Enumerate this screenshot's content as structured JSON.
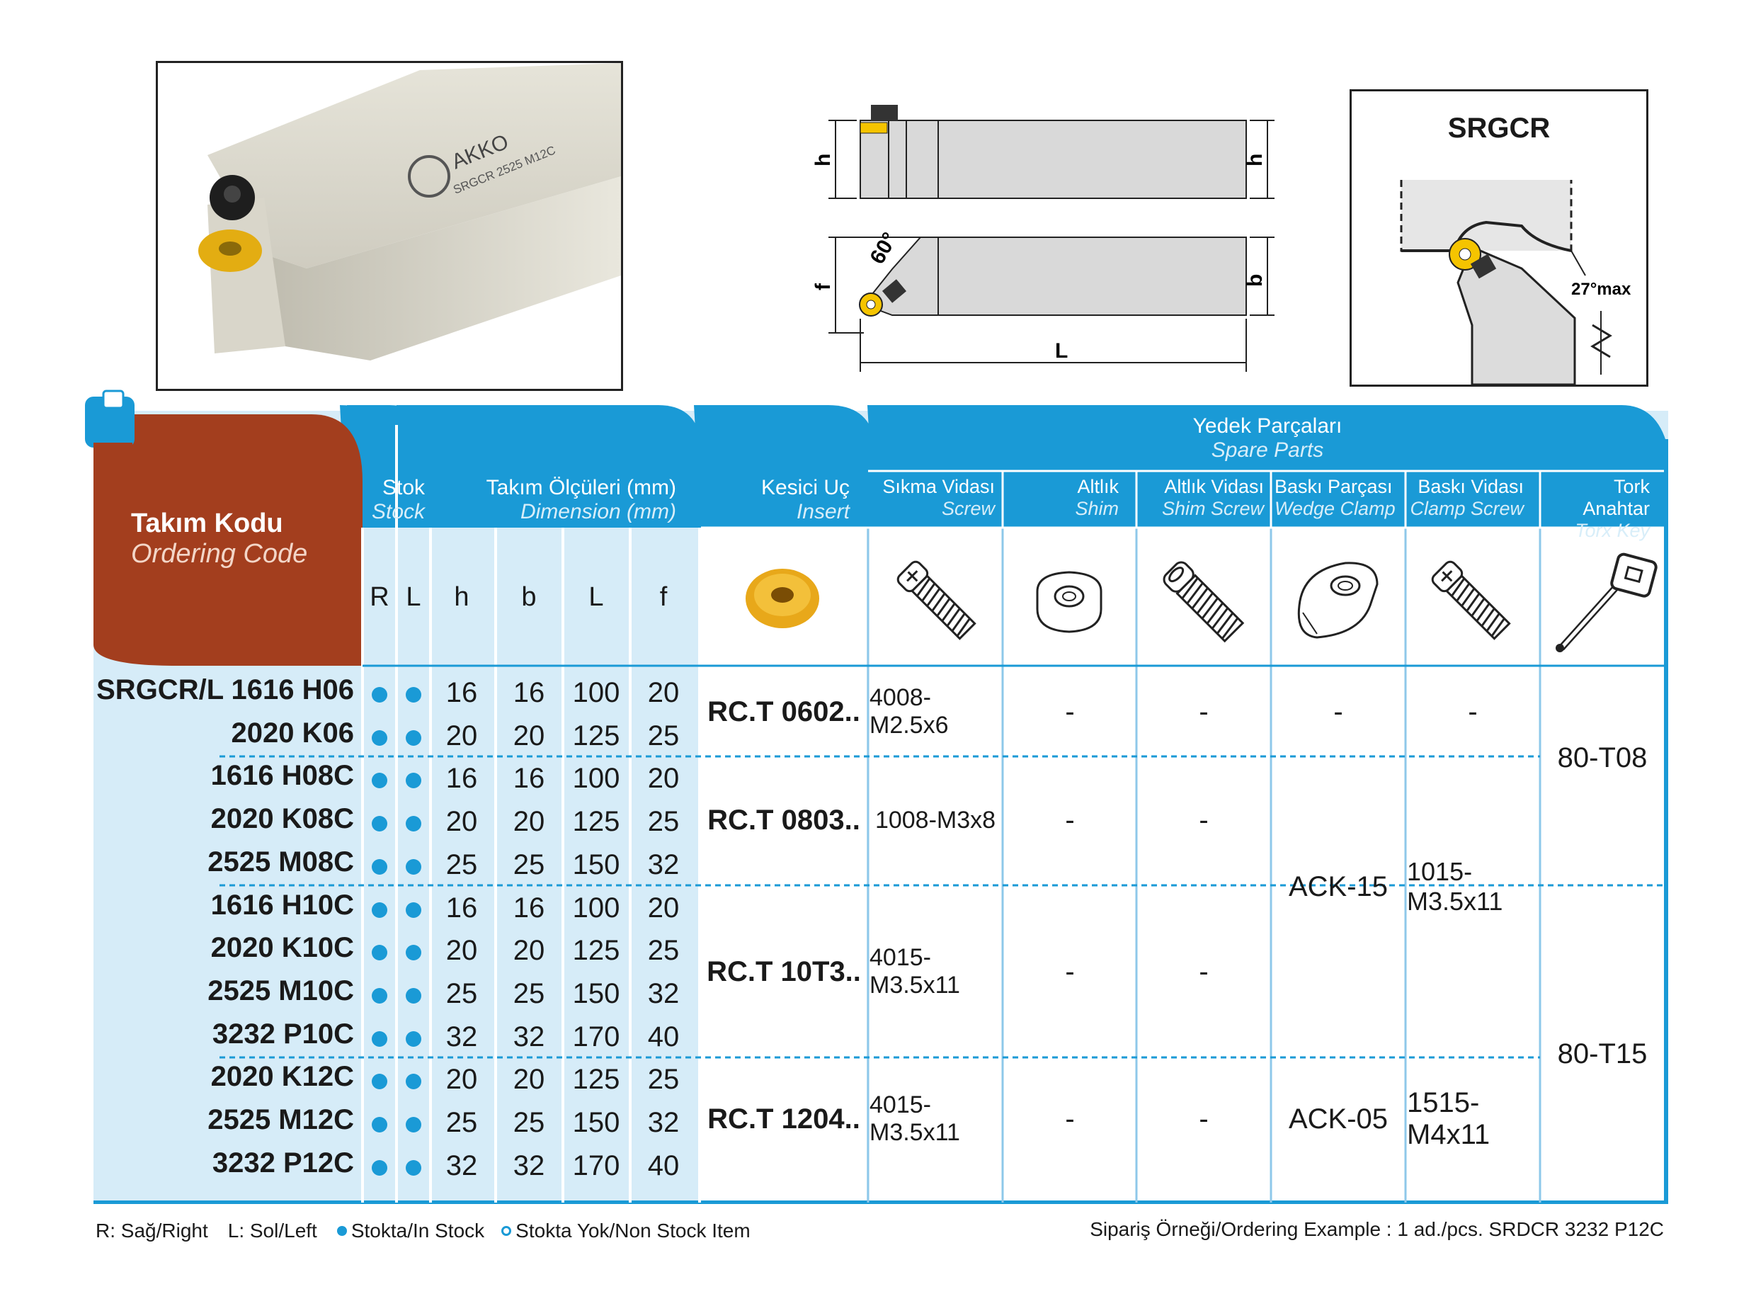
{
  "photo": {
    "brand_text": "AKKO",
    "engraving": "SRGCR 2525 M12C"
  },
  "drawing": {
    "h_label": "h",
    "h2_label": "h",
    "f_label": "f",
    "b_label": "b",
    "L_label": "L",
    "angle_label": "60°"
  },
  "schematic": {
    "title": "SRGCR",
    "angle": "27°max"
  },
  "table": {
    "ordering_code": {
      "tr": "Takım Kodu",
      "en": "Ordering Code"
    },
    "stock": {
      "tr": "Stok",
      "en": "Stock",
      "r": "R",
      "l": "L"
    },
    "dimension": {
      "tr": "Takım Ölçüleri (mm)",
      "en": "Dimension (mm)",
      "h": "h",
      "b": "b",
      "L": "L",
      "f": "f"
    },
    "insert": {
      "tr": "Kesici Uç",
      "en": "Insert"
    },
    "spare_parts": {
      "tr": "Yedek Parçaları",
      "en": "Spare Parts"
    },
    "screw": {
      "tr": "Sıkma Vidası",
      "en": "Screw"
    },
    "shim": {
      "tr": "Altlık",
      "en": "Shim"
    },
    "shim_screw": {
      "tr": "Altlık Vidası",
      "en": "Shim Screw"
    },
    "wedge_clamp": {
      "tr": "Baskı Parçası",
      "en": "Wedge Clamp"
    },
    "clamp_screw": {
      "tr": "Baskı Vidası",
      "en": "Clamp Screw"
    },
    "torx_key": {
      "tr": "Tork Anahtar",
      "en": "Torx Key"
    },
    "rows": [
      {
        "code": "SRGCR/L 1616 H06",
        "h": "16",
        "b": "16",
        "L": "100",
        "f": "20"
      },
      {
        "code": "2020 K06",
        "h": "20",
        "b": "20",
        "L": "125",
        "f": "25"
      },
      {
        "code": "1616 H08C",
        "h": "16",
        "b": "16",
        "L": "100",
        "f": "20"
      },
      {
        "code": "2020 K08C",
        "h": "20",
        "b": "20",
        "L": "125",
        "f": "25"
      },
      {
        "code": "2525 M08C",
        "h": "25",
        "b": "25",
        "L": "150",
        "f": "32"
      },
      {
        "code": "1616 H10C",
        "h": "16",
        "b": "16",
        "L": "100",
        "f": "20"
      },
      {
        "code": "2020 K10C",
        "h": "20",
        "b": "20",
        "L": "125",
        "f": "25"
      },
      {
        "code": "2525 M10C",
        "h": "25",
        "b": "25",
        "L": "150",
        "f": "32"
      },
      {
        "code": "3232 P10C",
        "h": "32",
        "b": "32",
        "L": "170",
        "f": "40"
      },
      {
        "code": "2020 K12C",
        "h": "20",
        "b": "20",
        "L": "125",
        "f": "25"
      },
      {
        "code": "2525 M12C",
        "h": "25",
        "b": "25",
        "L": "150",
        "f": "32"
      },
      {
        "code": "3232 P12C",
        "h": "32",
        "b": "32",
        "L": "170",
        "f": "40"
      }
    ],
    "groups": [
      {
        "insert": "RC.T  0602..",
        "screw": "4008-M2.5x6",
        "shim": "-",
        "shim_screw": "-",
        "wedge": "-",
        "clamp_screw": "-"
      },
      {
        "insert": "RC.T 0803..",
        "screw": "1008-M3x8",
        "shim": "-",
        "shim_screw": "-"
      },
      {
        "insert": "RC.T 10T3..",
        "screw": "4015-M3.5x11",
        "shim": "-",
        "shim_screw": "-"
      },
      {
        "insert": "RC.T 1204..",
        "screw": "4015-M3.5x11",
        "shim": "-",
        "shim_screw": "-",
        "wedge": "ACK-05",
        "clamp_screw": "1515-M4x11"
      }
    ],
    "merged": {
      "wedge_mid": "ACK-15",
      "clamp_screw_mid": "1015-M3.5x11",
      "torx_1": "80-T08",
      "torx_2": "80-T15"
    }
  },
  "footer": {
    "r_legend": "R: Sağ/Right",
    "l_legend": "L: Sol/Left",
    "in_stock": "Stokta/In Stock",
    "non_stock": "Stokta Yok/Non Stock Item",
    "example": "Sipariş Örneği/Ordering Example : 1 ad./pcs. SRDCR 3232 P12C"
  },
  "colors": {
    "header_blue": "#1a9ad6",
    "code_brown": "#a33e1e",
    "light_blue": "#d6ecf8",
    "stock_dot": "#1a9ad6"
  }
}
